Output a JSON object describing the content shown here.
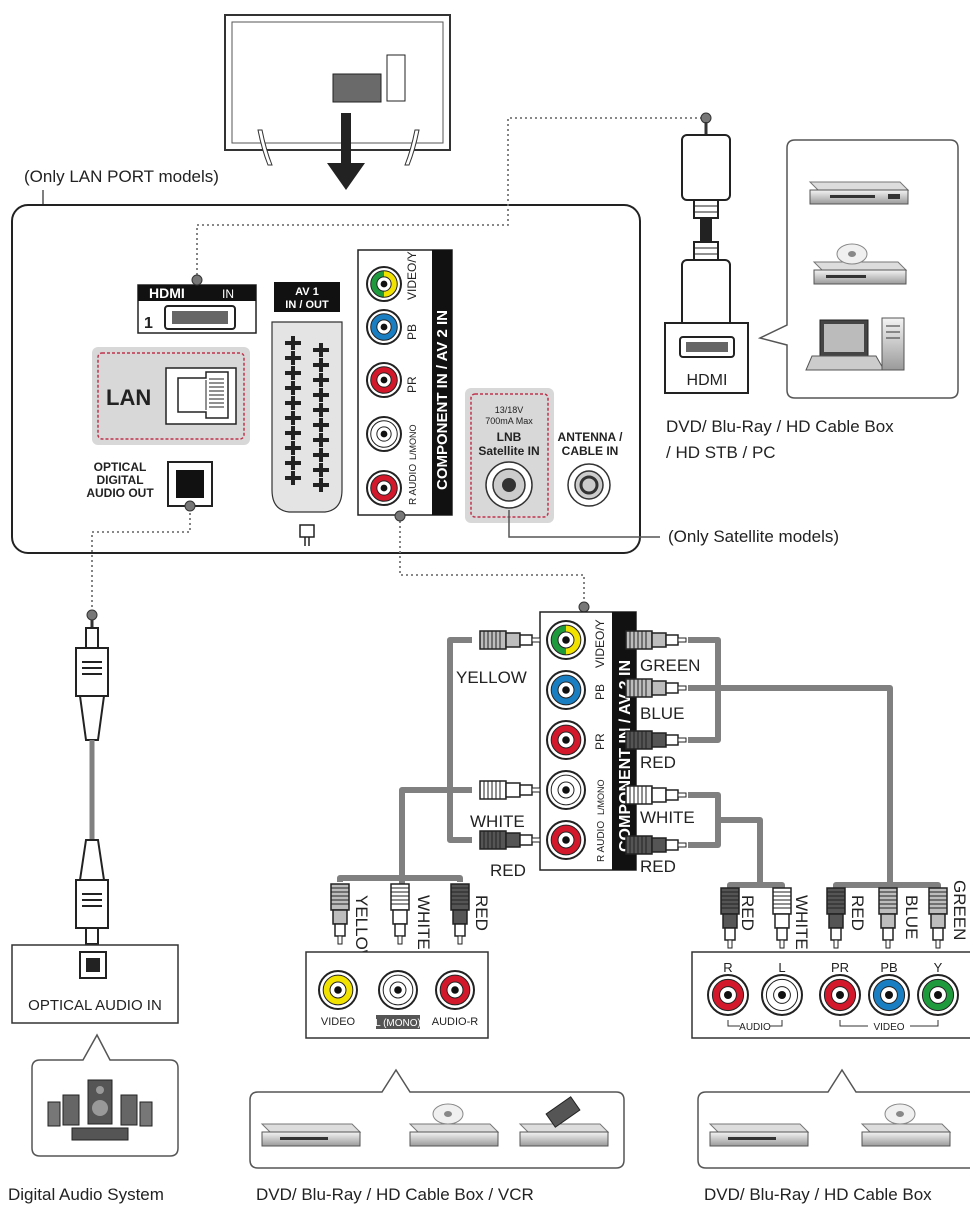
{
  "labels": {
    "lan_port_note": "(Only LAN PORT models)",
    "satellite_note": "(Only Satellite models)",
    "hdmi_logo": "HDMI",
    "hdmi_in": "IN",
    "hdmi_port_num": "1",
    "lan": "LAN",
    "optical_line1": "OPTICAL",
    "optical_line2": "DIGITAL",
    "optical_line3": "AUDIO OUT",
    "av1_line1": "AV 1",
    "av1_line2": "IN / OUT",
    "component_title": "COMPONENT IN / AV 2 IN",
    "video_y": "VIDEO/Y",
    "pb": "PB",
    "pr": "PR",
    "l_mono": "L/MONO",
    "r_audio": "R AUDIO",
    "lnb_spec1": "13/18V",
    "lnb_spec2": "700mA Max",
    "lnb_line1": "LNB",
    "lnb_line2": "Satellite IN",
    "antenna_line1": "ANTENNA /",
    "antenna_line2": "CABLE IN",
    "hdmi_device_label": "HDMI",
    "hdmi_devices_line1": "DVD/ Blu-Ray / HD Cable Box",
    "hdmi_devices_line2": "/ HD STB / PC",
    "optical_audio_in": "OPTICAL AUDIO IN",
    "digital_audio_system": "Digital Audio System",
    "yellow": "YELLOW",
    "white": "WHITE",
    "red": "RED",
    "green": "GREEN",
    "blue": "BLUE",
    "composite_video": "VIDEO",
    "composite_l_mono": "L (MONO)",
    "composite_audio_r": "AUDIO-R",
    "comp_r": "R",
    "comp_l": "L",
    "comp_pr": "PR",
    "comp_pb": "PB",
    "comp_y": "Y",
    "comp_audio": "AUDIO",
    "comp_video": "VIDEO",
    "composite_devices": "DVD/ Blu-Ray / HD Cable Box / VCR",
    "component_devices": "DVD/ Blu-Ray / HD Cable Box"
  },
  "colors": {
    "yellow": "#f2e200",
    "green": "#1e9a3c",
    "blue": "#1a7fc2",
    "red": "#d3182b",
    "white": "#ffffff",
    "cable": "#808080",
    "lan_border": "#c0334d"
  },
  "icons": [
    "tv-back-icon",
    "hdmi-plug-icon",
    "optical-plug-icon",
    "rca-plug-icon",
    "dvd-player-icon",
    "blu-ray-player-icon",
    "laptop-icon",
    "desktop-tower-icon",
    "vcr-icon",
    "speaker-system-icon",
    "scart-icon",
    "lan-port-icon"
  ]
}
